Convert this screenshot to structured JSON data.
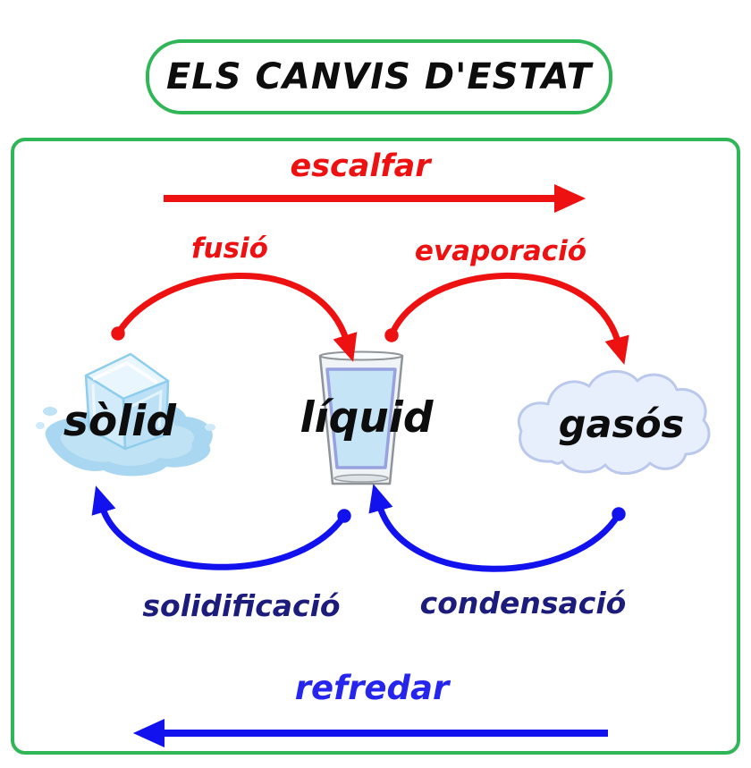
{
  "title": "ELS CANVIS D'ESTAT",
  "processes": {
    "heat": {
      "label": "escalfar",
      "direction": "left-to-right"
    },
    "cool": {
      "label": "refredar",
      "direction": "right-to-left"
    }
  },
  "states": {
    "solid": {
      "label": "sòlid",
      "icon": "ice-cube-icon"
    },
    "liquid": {
      "label": "líquid",
      "icon": "water-glass-icon"
    },
    "gas": {
      "label": "gasós",
      "icon": "cloud-icon"
    }
  },
  "transitions": {
    "fusio": {
      "label": "fusió",
      "from": "sòlid",
      "to": "líquid"
    },
    "evaporacio": {
      "label": "evaporació",
      "from": "líquid",
      "to": "gasós"
    },
    "solidificacio": {
      "label": "solidificació",
      "from": "líquid",
      "to": "sòlid"
    },
    "condensacio": {
      "label": "condensació",
      "from": "gasós",
      "to": "líquid"
    }
  },
  "colors": {
    "heating_red": "#ee1111",
    "cooling_arrow_blue": "#1212ee",
    "cooling_label_navy": "#1c1c7d",
    "refredar_blue": "#2525ee",
    "frame_green": "#2fb657",
    "state_text_black": "#0d0d0d"
  }
}
